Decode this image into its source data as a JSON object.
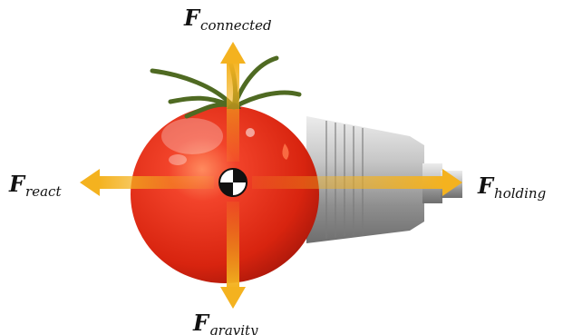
{
  "labels": {
    "connected": {
      "symbol": "F",
      "subscript": "connected"
    },
    "react": {
      "symbol": "F",
      "subscript": "react"
    },
    "holding": {
      "symbol": "F",
      "subscript": "holding"
    },
    "gravity": {
      "symbol": "F",
      "subscript": "gravity"
    }
  },
  "colors": {
    "arrow": "#f4b21f",
    "tomato": "#e8301c",
    "tomato_dark": "#b81a0c",
    "stem": "#4f6a22",
    "gripper_metal": "#c9c9c9"
  },
  "icons": {
    "center_of_mass": "center-of-mass-icon",
    "tomato": "tomato-icon",
    "gripper": "gripper-icon"
  }
}
